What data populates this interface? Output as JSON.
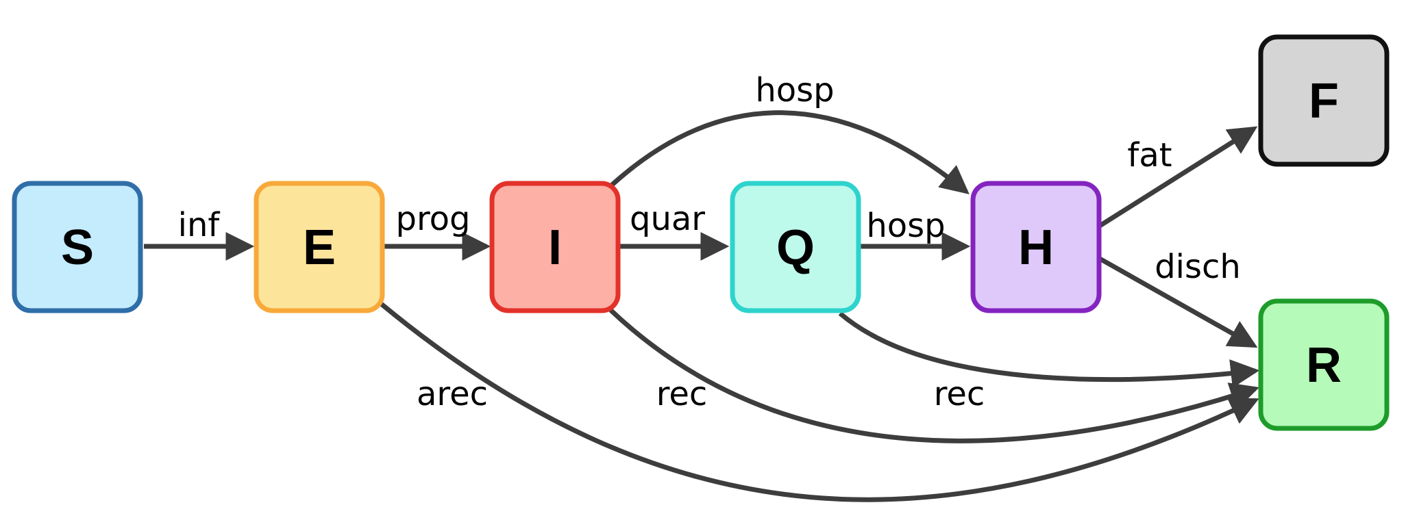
{
  "nodes": [
    {
      "id": "S",
      "label": "S",
      "fill": "#c4ecfc",
      "stroke": "#2f6ea8"
    },
    {
      "id": "E",
      "label": "E",
      "fill": "#fde49b",
      "stroke": "#f8a93a"
    },
    {
      "id": "I",
      "label": "I",
      "fill": "#fdb0a6",
      "stroke": "#e2322a"
    },
    {
      "id": "Q",
      "label": "Q",
      "fill": "#bdfaeb",
      "stroke": "#2ed3cd"
    },
    {
      "id": "H",
      "label": "H",
      "fill": "#dfc9fb",
      "stroke": "#8424c0"
    },
    {
      "id": "F",
      "label": "F",
      "fill": "#d5d5d5",
      "stroke": "#111111"
    },
    {
      "id": "R",
      "label": "R",
      "fill": "#b5fab8",
      "stroke": "#1e9c2a"
    }
  ],
  "edges": [
    {
      "from": "S",
      "to": "E",
      "label": "inf"
    },
    {
      "from": "E",
      "to": "I",
      "label": "prog"
    },
    {
      "from": "I",
      "to": "Q",
      "label": "quar"
    },
    {
      "from": "Q",
      "to": "H",
      "label": "hosp"
    },
    {
      "from": "I",
      "to": "H",
      "label": "hosp"
    },
    {
      "from": "H",
      "to": "F",
      "label": "fat"
    },
    {
      "from": "H",
      "to": "R",
      "label": "disch"
    },
    {
      "from": "E",
      "to": "R",
      "label": "arec"
    },
    {
      "from": "I",
      "to": "R",
      "label": "rec"
    },
    {
      "from": "Q",
      "to": "R",
      "label": "rec"
    }
  ],
  "edge_color": "#3d3d3d"
}
